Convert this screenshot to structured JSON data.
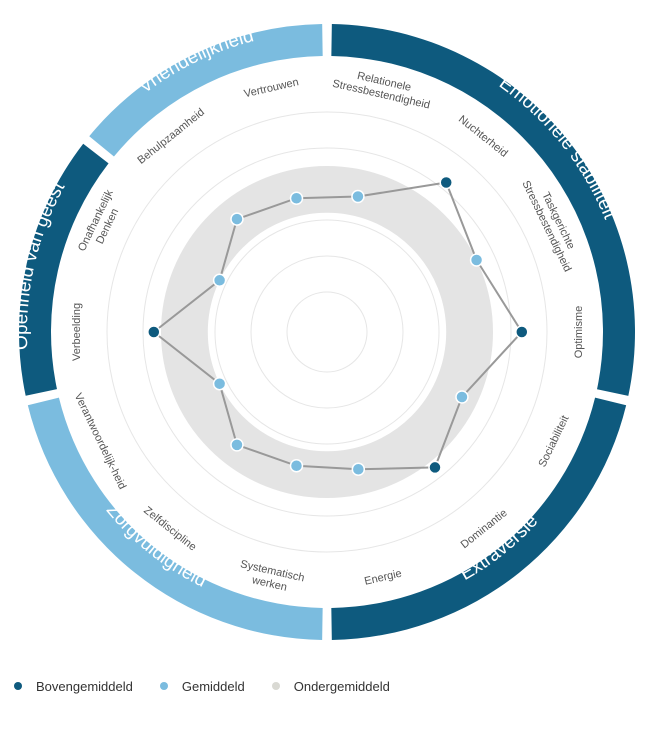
{
  "chart_data": {
    "type": "radar",
    "scale": [
      0,
      5
    ],
    "band": [
      2.2,
      3.5
    ],
    "categories": [
      {
        "label": "Relationele Stressbestendigheid",
        "value": 2.75
      },
      {
        "label": "Nuchterheid",
        "value": 4.2
      },
      {
        "label": "Taskgerichte Stressbestendigheid",
        "value": 3.5
      },
      {
        "label": "Optimisme",
        "value": 4.3
      },
      {
        "label": "Sociabiliteit",
        "value": 3.05
      },
      {
        "label": "Dominantie",
        "value": 3.7
      },
      {
        "label": "Energie",
        "value": 2.8
      },
      {
        "label": "Systematisch werken",
        "value": 2.7
      },
      {
        "label": "Zelfdiscipline",
        "value": 2.9
      },
      {
        "label": "Verantwoordelijk-heid",
        "value": 2.2
      },
      {
        "label": "Verbeelding",
        "value": 3.7
      },
      {
        "label": "Onafhankelijk Denken",
        "value": 2.2
      },
      {
        "label": "Behulpzaamheid",
        "value": 2.9
      },
      {
        "label": "Vertrouwen",
        "value": 2.7
      }
    ],
    "groups": [
      {
        "label": "Emotionele stabiliteit",
        "start": 0,
        "end": 3,
        "color": "#0e5a7e"
      },
      {
        "label": "Extraversie",
        "start": 4,
        "end": 6,
        "color": "#0e5a7e"
      },
      {
        "label": "Zorgvuldigheid",
        "start": 7,
        "end": 9,
        "color": "#7bbcdf"
      },
      {
        "label": "Openheid van geest",
        "start": 10,
        "end": 11,
        "color": "#0e5a7e"
      },
      {
        "label": "Vriendelijkheid",
        "start": 12,
        "end": 13,
        "color": "#7bbcdf"
      }
    ],
    "legend": [
      {
        "label": "Bovengemiddeld",
        "color": "#0e5a7e"
      },
      {
        "label": "Gemiddeld",
        "color": "#7bbcdf"
      },
      {
        "label": "Ondergemiddeld",
        "color": "#d9d9d3"
      }
    ],
    "line_color": "#999999",
    "band_color": "#e4e4e4"
  }
}
